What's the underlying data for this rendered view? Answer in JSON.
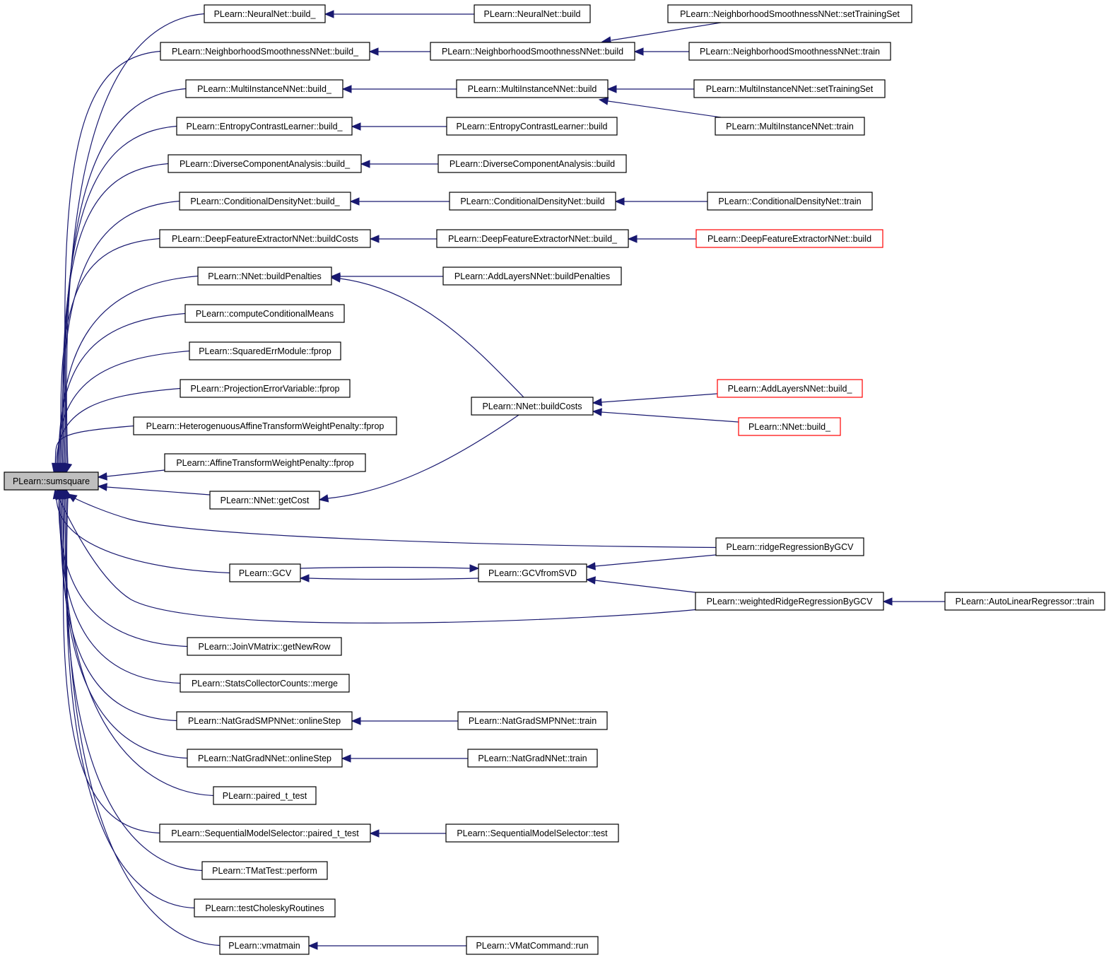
{
  "graph": {
    "root": "PLearn::sumsquare",
    "colors": {
      "edge": "#191970",
      "node_border": "#000000",
      "root_fill": "#bfbfbf",
      "truncated_border": "#ff0000"
    },
    "nodes": [
      {
        "id": "root",
        "label": "PLearn::sumsquare",
        "kind": "root"
      },
      {
        "id": "nn_b_",
        "label": "PLearn::NeuralNet::build_"
      },
      {
        "id": "nn_b",
        "label": "PLearn::NeuralNet::build"
      },
      {
        "id": "nsn_b_",
        "label": "PLearn::NeighborhoodSmoothnessNNet::build_"
      },
      {
        "id": "nsn_b",
        "label": "PLearn::NeighborhoodSmoothnessNNet::build"
      },
      {
        "id": "nsn_sts",
        "label": "PLearn::NeighborhoodSmoothnessNNet::setTrainingSet"
      },
      {
        "id": "nsn_tr",
        "label": "PLearn::NeighborhoodSmoothnessNNet::train"
      },
      {
        "id": "mi_b_",
        "label": "PLearn::MultiInstanceNNet::build_"
      },
      {
        "id": "mi_b",
        "label": "PLearn::MultiInstanceNNet::build"
      },
      {
        "id": "mi_sts",
        "label": "PLearn::MultiInstanceNNet::setTrainingSet"
      },
      {
        "id": "mi_tr",
        "label": "PLearn::MultiInstanceNNet::train"
      },
      {
        "id": "ecl_b_",
        "label": "PLearn::EntropyContrastLearner::build_"
      },
      {
        "id": "ecl_b",
        "label": "PLearn::EntropyContrastLearner::build"
      },
      {
        "id": "dca_b_",
        "label": "PLearn::DiverseComponentAnalysis::build_"
      },
      {
        "id": "dca_b",
        "label": "PLearn::DiverseComponentAnalysis::build"
      },
      {
        "id": "cdn_b_",
        "label": "PLearn::ConditionalDensityNet::build_"
      },
      {
        "id": "cdn_b",
        "label": "PLearn::ConditionalDensityNet::build"
      },
      {
        "id": "cdn_tr",
        "label": "PLearn::ConditionalDensityNet::train"
      },
      {
        "id": "dfe_bc",
        "label": "PLearn::DeepFeatureExtractorNNet::buildCosts"
      },
      {
        "id": "dfe_b_",
        "label": "PLearn::DeepFeatureExtractorNNet::build_"
      },
      {
        "id": "dfe_b",
        "label": "PLearn::DeepFeatureExtractorNNet::build",
        "kind": "truncated"
      },
      {
        "id": "nnet_bp",
        "label": "PLearn::NNet::buildPenalties"
      },
      {
        "id": "al_bp",
        "label": "PLearn::AddLayersNNet::buildPenalties"
      },
      {
        "id": "ccm",
        "label": "PLearn::computeConditionalMeans"
      },
      {
        "id": "sem_fp",
        "label": "PLearn::SquaredErrModule::fprop"
      },
      {
        "id": "pev_fp",
        "label": "PLearn::ProjectionErrorVariable::fprop"
      },
      {
        "id": "nnet_bc",
        "label": "PLearn::NNet::buildCosts"
      },
      {
        "id": "al_b_",
        "label": "PLearn::AddLayersNNet::build_",
        "kind": "truncated"
      },
      {
        "id": "nnet_b_",
        "label": "PLearn::NNet::build_",
        "kind": "truncated"
      },
      {
        "id": "hat_fp",
        "label": "PLearn::HeterogenuousAffineTransformWeightPenalty::fprop"
      },
      {
        "id": "at_fp",
        "label": "PLearn::AffineTransformWeightPenalty::fprop"
      },
      {
        "id": "nnet_gc",
        "label": "PLearn::NNet::getCost"
      },
      {
        "id": "rrgcv",
        "label": "PLearn::ridgeRegressionByGCV"
      },
      {
        "id": "gcv",
        "label": "PLearn::GCV"
      },
      {
        "id": "gcvsvd",
        "label": "PLearn::GCVfromSVD"
      },
      {
        "id": "wrrgcv",
        "label": "PLearn::weightedRidgeRegressionByGCV"
      },
      {
        "id": "alr_tr",
        "label": "PLearn::AutoLinearRegressor::train"
      },
      {
        "id": "jvm_gnr",
        "label": "PLearn::JoinVMatrix::getNewRow"
      },
      {
        "id": "scc_m",
        "label": "PLearn::StatsCollectorCounts::merge"
      },
      {
        "id": "ngs_os",
        "label": "PLearn::NatGradSMPNNet::onlineStep"
      },
      {
        "id": "ngs_tr",
        "label": "PLearn::NatGradSMPNNet::train"
      },
      {
        "id": "ngn_os",
        "label": "PLearn::NatGradNNet::onlineStep"
      },
      {
        "id": "ngn_tr",
        "label": "PLearn::NatGradNNet::train"
      },
      {
        "id": "ptt",
        "label": "PLearn::paired_t_test"
      },
      {
        "id": "sms_ptt",
        "label": "PLearn::SequentialModelSelector::paired_t_test"
      },
      {
        "id": "sms_t",
        "label": "PLearn::SequentialModelSelector::test"
      },
      {
        "id": "tmt_p",
        "label": "PLearn::TMatTest::perform"
      },
      {
        "id": "tcr",
        "label": "PLearn::testCholeskyRoutines"
      },
      {
        "id": "vmm",
        "label": "PLearn::vmatmain"
      },
      {
        "id": "vmc_r",
        "label": "PLearn::VMatCommand::run"
      }
    ],
    "edges": [
      [
        "nn_b_",
        "root"
      ],
      [
        "nsn_b_",
        "root"
      ],
      [
        "mi_b_",
        "root"
      ],
      [
        "ecl_b_",
        "root"
      ],
      [
        "dca_b_",
        "root"
      ],
      [
        "cdn_b_",
        "root"
      ],
      [
        "dfe_bc",
        "root"
      ],
      [
        "nnet_bp",
        "root"
      ],
      [
        "ccm",
        "root"
      ],
      [
        "sem_fp",
        "root"
      ],
      [
        "pev_fp",
        "root"
      ],
      [
        "hat_fp",
        "root"
      ],
      [
        "at_fp",
        "root"
      ],
      [
        "nnet_gc",
        "root"
      ],
      [
        "rrgcv",
        "root"
      ],
      [
        "gcv",
        "root"
      ],
      [
        "wrrgcv",
        "root"
      ],
      [
        "jvm_gnr",
        "root"
      ],
      [
        "scc_m",
        "root"
      ],
      [
        "ngs_os",
        "root"
      ],
      [
        "ngn_os",
        "root"
      ],
      [
        "ptt",
        "root"
      ],
      [
        "sms_ptt",
        "root"
      ],
      [
        "tmt_p",
        "root"
      ],
      [
        "tcr",
        "root"
      ],
      [
        "vmm",
        "root"
      ],
      [
        "nn_b",
        "nn_b_"
      ],
      [
        "nsn_b",
        "nsn_b_"
      ],
      [
        "nsn_sts",
        "nsn_b"
      ],
      [
        "nsn_tr",
        "nsn_b"
      ],
      [
        "mi_b",
        "mi_b_"
      ],
      [
        "mi_sts",
        "mi_b"
      ],
      [
        "mi_tr",
        "mi_b"
      ],
      [
        "ecl_b",
        "ecl_b_"
      ],
      [
        "dca_b",
        "dca_b_"
      ],
      [
        "cdn_b",
        "cdn_b_"
      ],
      [
        "cdn_tr",
        "cdn_b"
      ],
      [
        "dfe_b_",
        "dfe_bc"
      ],
      [
        "dfe_b",
        "dfe_b_"
      ],
      [
        "al_bp",
        "nnet_bp"
      ],
      [
        "nnet_bc",
        "nnet_bp"
      ],
      [
        "al_b_",
        "nnet_bc"
      ],
      [
        "nnet_b_",
        "nnet_bc"
      ],
      [
        "nnet_bc",
        "nnet_gc"
      ],
      [
        "rrgcv",
        "gcvsvd"
      ],
      [
        "wrrgcv",
        "gcvsvd"
      ],
      [
        "gcvsvd",
        "gcv"
      ],
      [
        "gcv",
        "gcvsvd"
      ],
      [
        "alr_tr",
        "wrrgcv"
      ],
      [
        "ngs_tr",
        "ngs_os"
      ],
      [
        "ngn_tr",
        "ngn_os"
      ],
      [
        "sms_t",
        "sms_ptt"
      ],
      [
        "vmc_r",
        "vmm"
      ]
    ]
  }
}
